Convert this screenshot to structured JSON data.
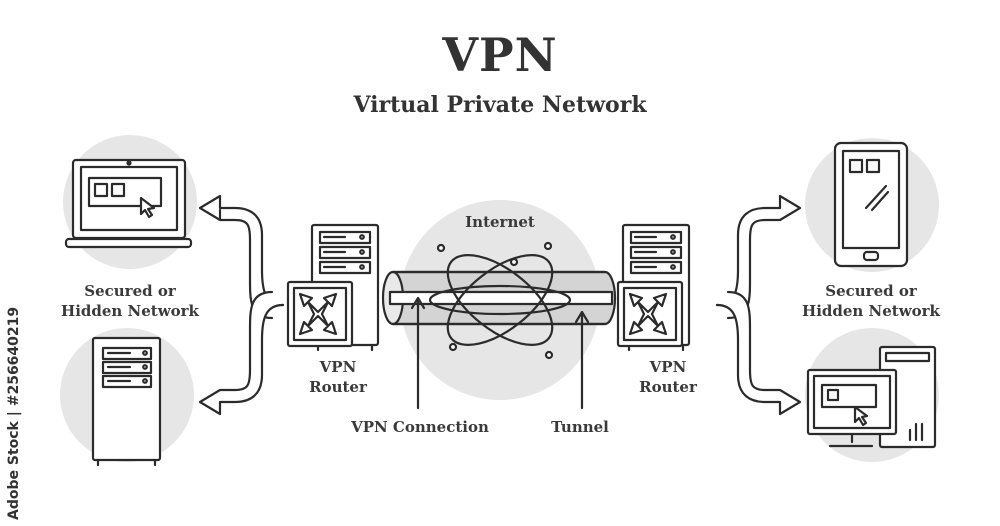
{
  "title": "VPN",
  "subtitle": "Virtual Private Network",
  "labels": {
    "internet": "Internet",
    "left_network_line1": "Secured or",
    "left_network_line2": "Hidden Network",
    "right_network_line1": "Secured or",
    "right_network_line2": "Hidden Network",
    "left_router_line1": "VPN",
    "left_router_line2": "Router",
    "right_router_line1": "VPN",
    "right_router_line2": "Router",
    "vpn_connection": "VPN Connection",
    "tunnel": "Tunnel"
  },
  "watermark_side_text": "Adobe Stock | #256640219",
  "colors": {
    "stroke": "#2b2b2b",
    "circle_fill": "#e6e6e6",
    "tunnel_fill": "#d4d4d4",
    "background": "#ffffff"
  }
}
